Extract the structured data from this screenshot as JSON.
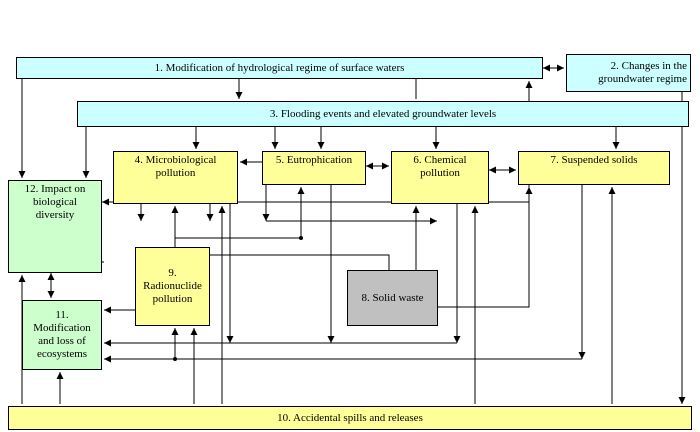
{
  "nodes": {
    "n1": {
      "label": "1. Modification of hydrological regime of surface waters"
    },
    "n2": {
      "label": "2. Changes in the\ngroundwater regime"
    },
    "n3": {
      "label": "3. Flooding events and elevated groundwater levels"
    },
    "n4": {
      "label": "4. Microbiological\npollution"
    },
    "n5": {
      "label": "5. Eutrophication"
    },
    "n6": {
      "label": "6. Chemical\npollution"
    },
    "n7": {
      "label": "7. Suspended solids"
    },
    "n8": {
      "label": "8. Solid waste"
    },
    "n9": {
      "label": "9.\nRadionuclide\npollution"
    },
    "n10": {
      "label": "10. Accidental spills and releases"
    },
    "n11": {
      "label": "11.\nModification\nand loss of\necosystems"
    },
    "n12": {
      "label": "12. Impact on\nbiological\ndiversity"
    }
  },
  "colors": {
    "cyan": "#ccffff",
    "yellow": "#ffff99",
    "green": "#ccffcc",
    "gray": "#c0c0c0",
    "line": "#000000"
  }
}
